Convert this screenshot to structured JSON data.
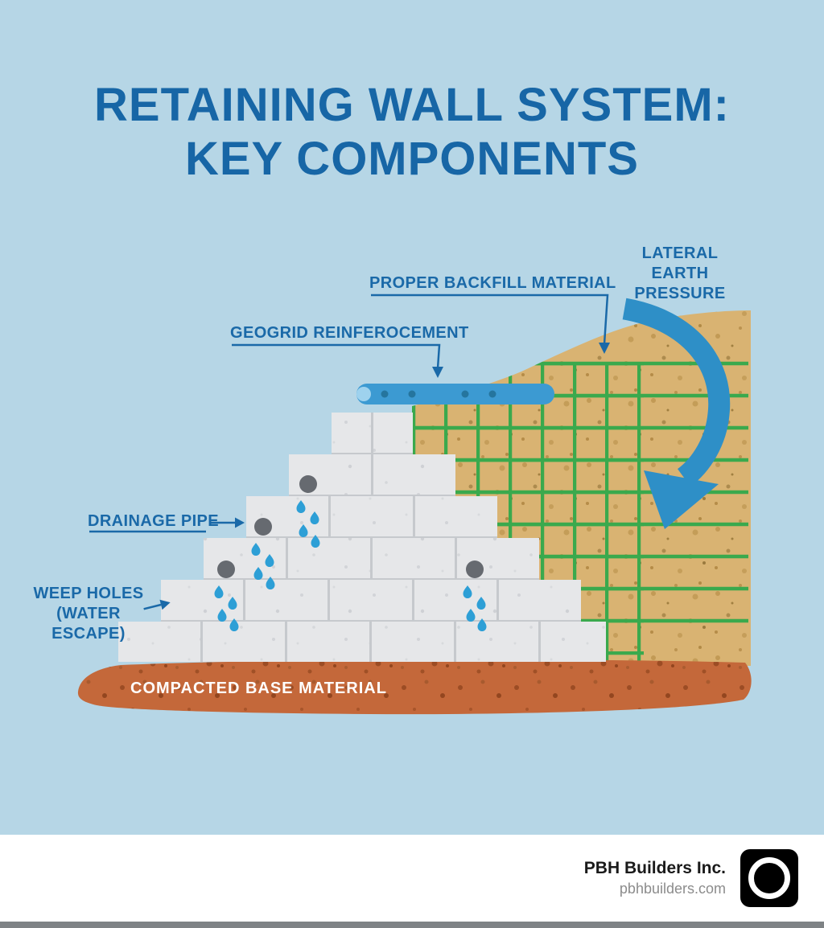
{
  "title": {
    "line1": "RETAINING WALL SYSTEM:",
    "line2": "KEY COMPONENTS"
  },
  "diagram": {
    "labels": {
      "lateral_earth_pressure": {
        "line1": "LATERAL EARTH",
        "line2": "PRESSURE"
      },
      "proper_backfill": "PROPER BACKFILL MATERIAL",
      "geogrid": "GEOGRID REINFEROCEMENT",
      "drainage_pipe": "DRAINAGE PIPE",
      "weep_holes": {
        "line1": "WEEP HOLES",
        "line2": "(WATER ESCAPE)"
      },
      "compacted_base": "COMPACTED BASE MATERIAL"
    }
  },
  "footer": {
    "company": "PBH Builders Inc.",
    "website": "pbhbuilders.com"
  },
  "colors": {
    "background": "#b6d6e6",
    "title_text": "#1766a6",
    "label_text": "#1a69a8",
    "soil_tan": "#d9b372",
    "geogrid_green": "#3aa94d",
    "block_gray": "#e6e7e9",
    "block_joint": "#c6c9cd",
    "base_brown": "#c4683a",
    "pipe_blue": "#3c9ad2",
    "arrow_blue": "#2e8fc7",
    "water_blue": "#2d9fd6",
    "footer_bg": "#ffffff",
    "company_text": "#1a1a1a",
    "website_text": "#8c8c8c"
  }
}
